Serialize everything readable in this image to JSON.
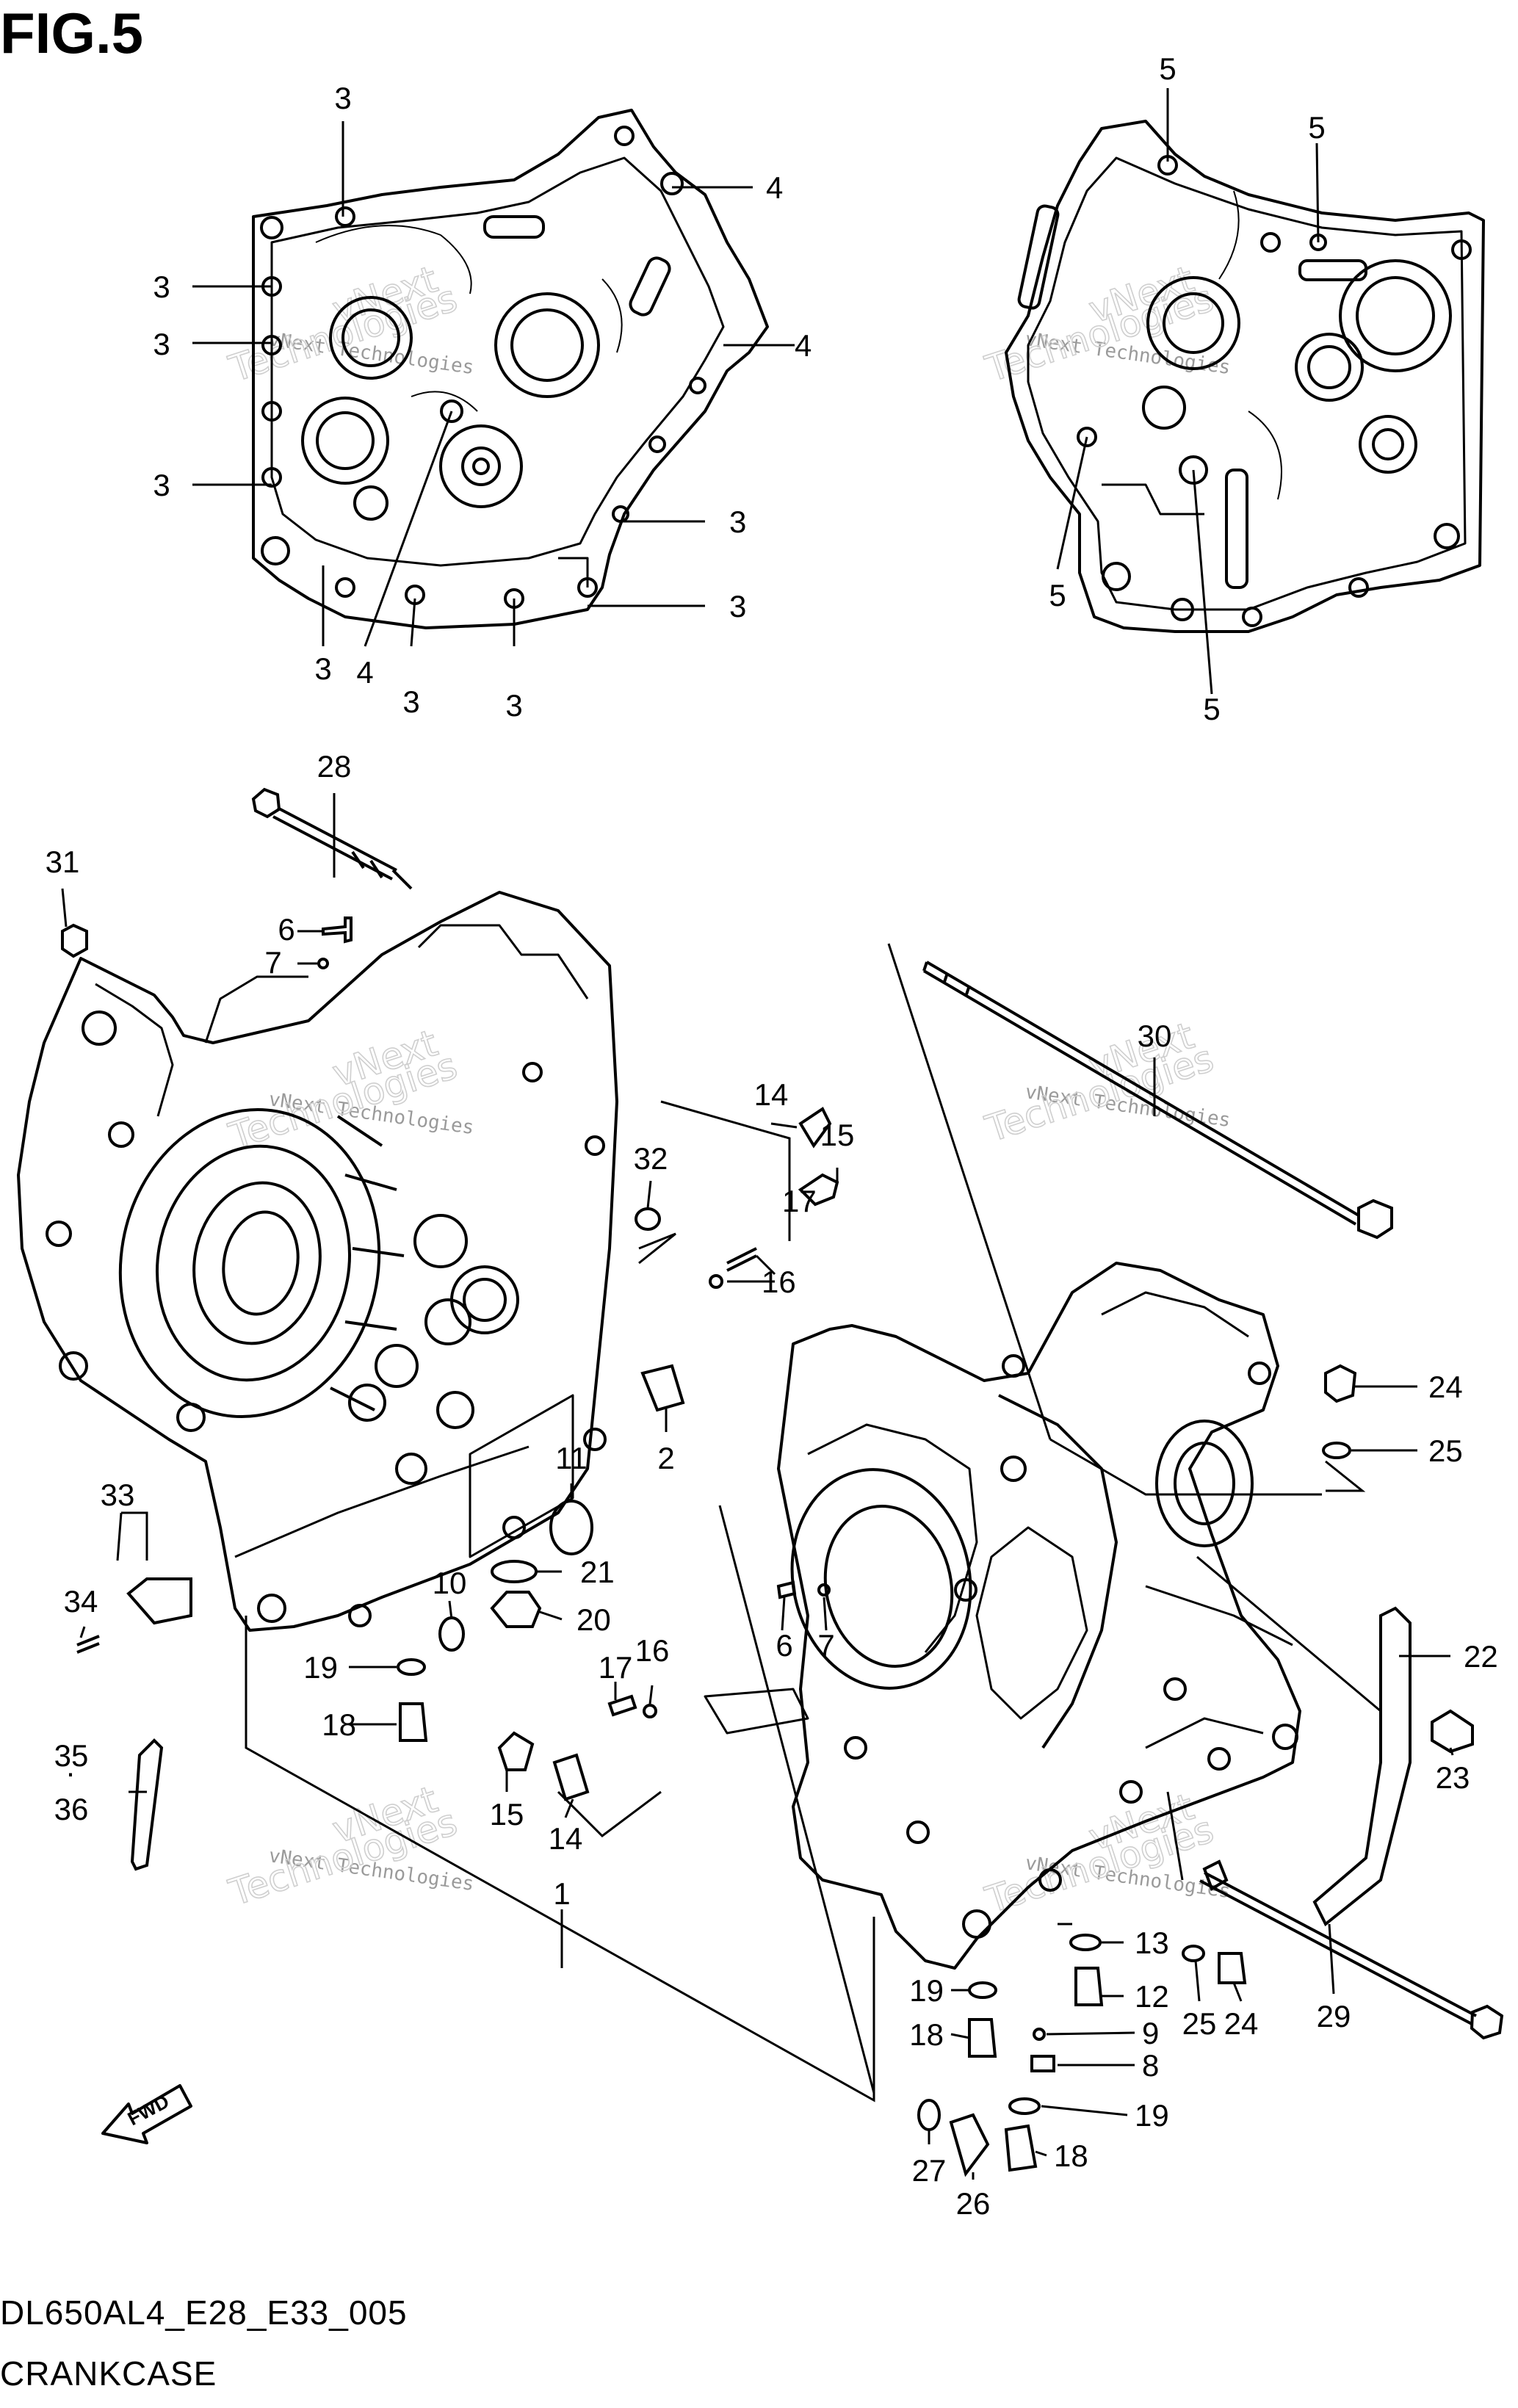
{
  "figure": {
    "title": "FIG.5",
    "code": "DL650AL4_E28_E33_005",
    "name": "CRANKCASE",
    "fwd_label": "FWD"
  },
  "watermark": {
    "line1": "vNext Technologies",
    "line2": "vNext",
    "line3": "Technologies"
  },
  "callouts": {
    "c3a": "3",
    "c4a": "4",
    "c3b": "3",
    "c4b": "4",
    "c3c": "3",
    "c3d": "3",
    "c3e": "3",
    "c3f": "3",
    "c3g": "3",
    "c4c": "4",
    "c3h": "3",
    "c3i": "3",
    "c5a": "5",
    "c5b": "5",
    "c5c": "5",
    "c5d": "5",
    "c28": "28",
    "c31": "31",
    "c6a": "6",
    "c7a": "7",
    "c14a": "14",
    "c15a": "15",
    "c32": "32",
    "c17a": "17",
    "c16a": "16",
    "c30": "30",
    "c2": "2",
    "c11": "11",
    "c21": "21",
    "c20": "20",
    "c10": "10",
    "c33": "33",
    "c34": "34",
    "c19a": "19",
    "c18a": "18",
    "c35": "35",
    "c36": "36",
    "c17b": "17",
    "c16b": "16",
    "c15b": "15",
    "c14b": "14",
    "c6b": "6",
    "c7b": "7",
    "c24a": "24",
    "c25a": "25",
    "c22": "22",
    "c23": "23",
    "c1": "1",
    "c13": "13",
    "c12": "12",
    "c19b": "19",
    "c18b": "18",
    "c9": "9",
    "c8": "8",
    "c25b": "25",
    "c24b": "24",
    "c29": "29",
    "c19c": "19",
    "c18c": "18",
    "c27": "27",
    "c26": "26"
  }
}
